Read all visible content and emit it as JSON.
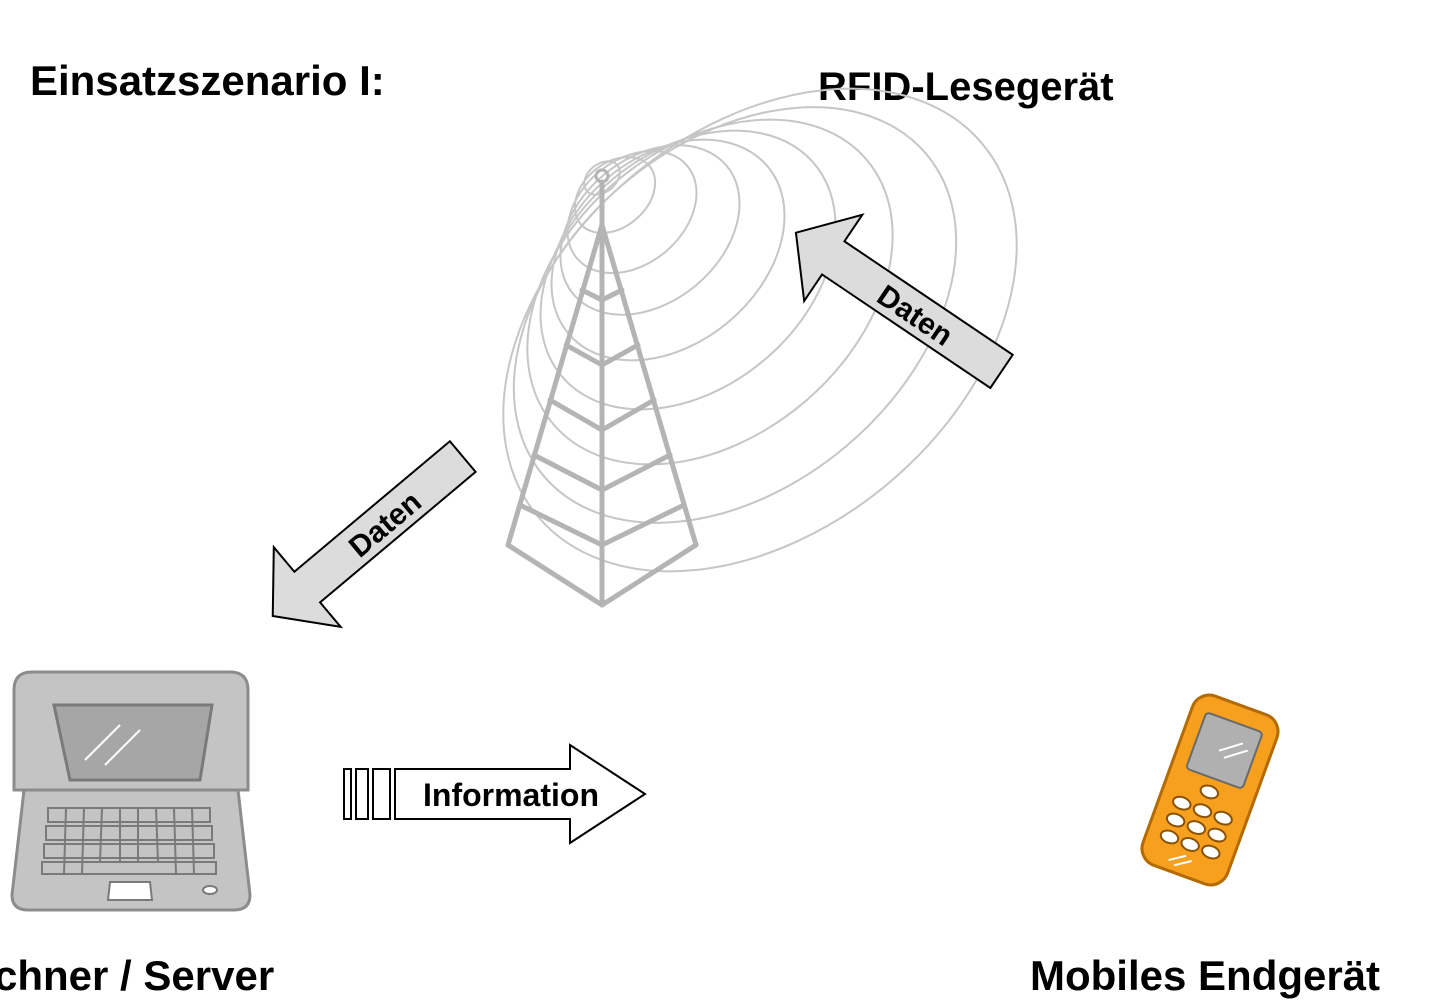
{
  "title": "Einsatzszenario I:",
  "reader": {
    "label": "RFID-Lesegerät",
    "icon": "radio-tower-icon"
  },
  "server": {
    "label": "chner / Server",
    "icon": "laptop-icon"
  },
  "mobile": {
    "label": "Mobiles Endgerät",
    "icon": "mobile-phone-icon"
  },
  "arrows": {
    "incoming_label": "Daten",
    "outgoing_label": "Daten",
    "information_label": "Information"
  },
  "colors": {
    "text": "#000000",
    "tower_gray": "#b4b4b4",
    "arrow_fill": "#dcdcdc",
    "phone_orange": "#f7a01e",
    "laptop_gray": "#c4c4c4"
  }
}
